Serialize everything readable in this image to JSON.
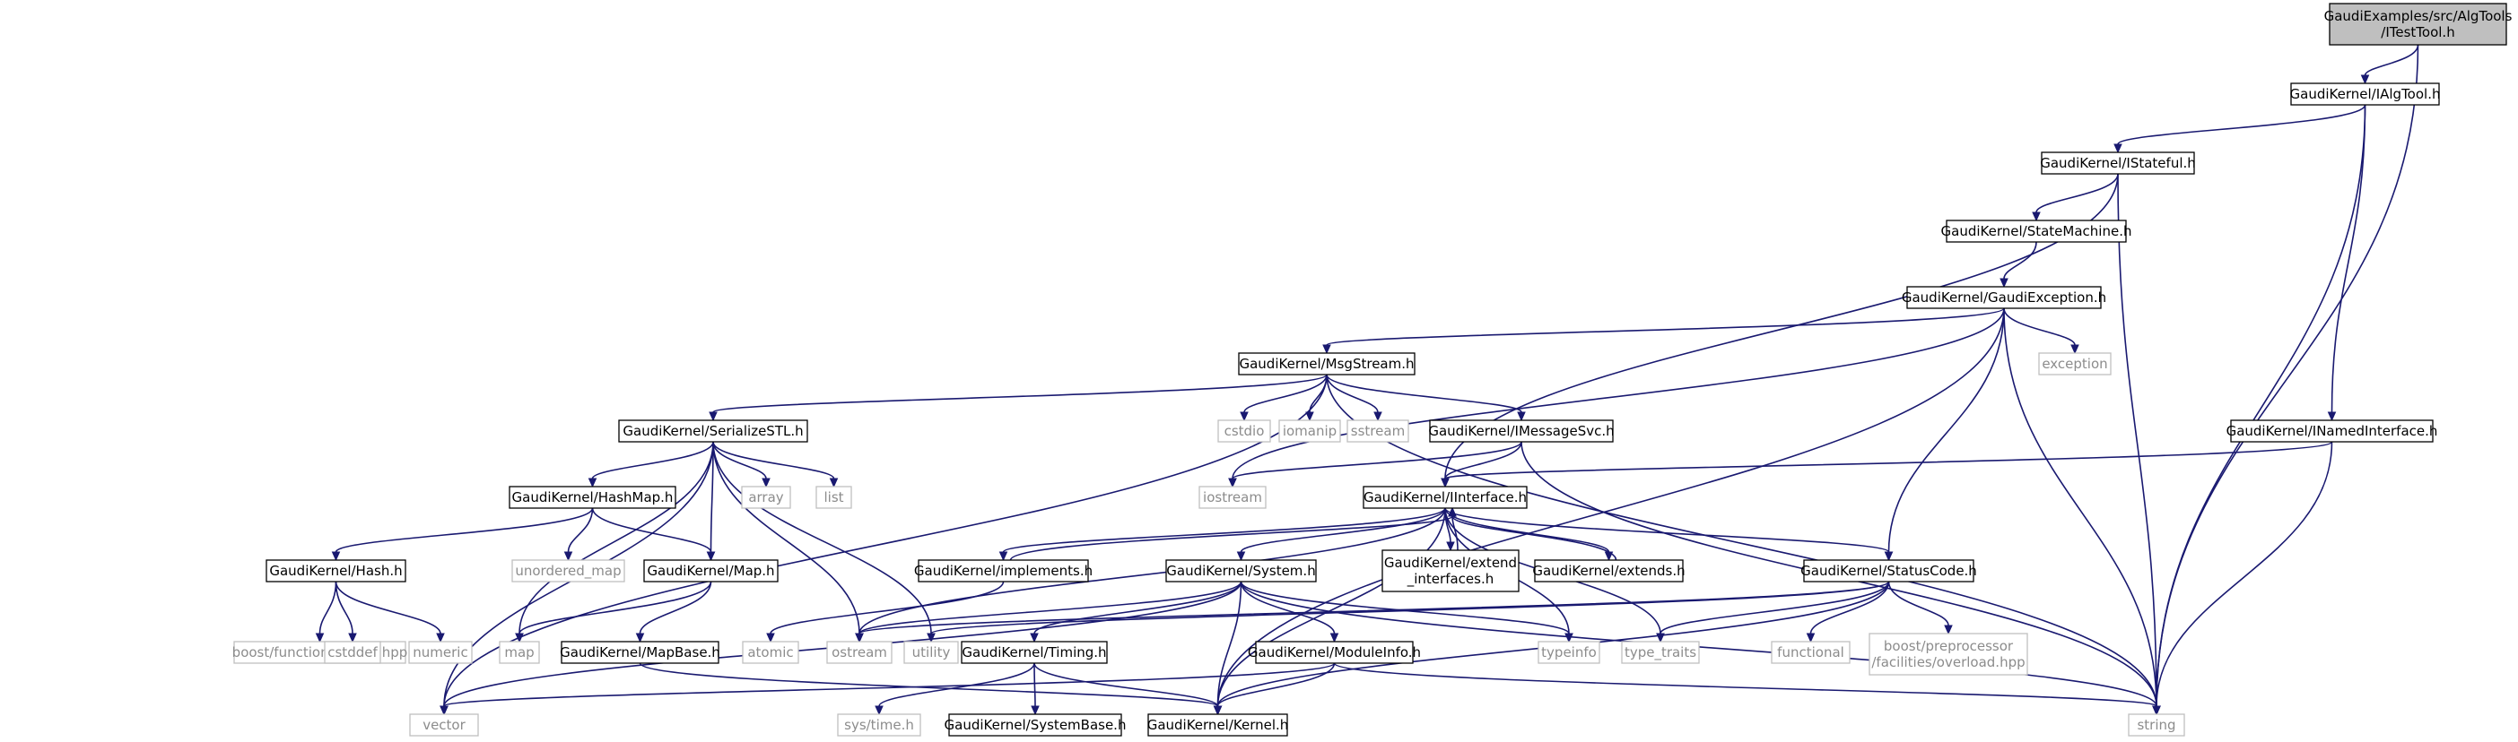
{
  "diagram": {
    "nodes": [
      {
        "id": "root",
        "label": [
          "GaudiExamples/src/AlgTools",
          "/ITestTool.h"
        ],
        "kind": "root"
      },
      {
        "id": "ialgtool",
        "label": [
          "GaudiKernel/IAlgTool.h"
        ],
        "kind": "file"
      },
      {
        "id": "istateful",
        "label": [
          "GaudiKernel/IStateful.h"
        ],
        "kind": "file"
      },
      {
        "id": "statemachine",
        "label": [
          "GaudiKernel/StateMachine.h"
        ],
        "kind": "file"
      },
      {
        "id": "gaudiexception",
        "label": [
          "GaudiKernel/GaudiException.h"
        ],
        "kind": "file"
      },
      {
        "id": "exception",
        "label": [
          "exception"
        ],
        "kind": "ext"
      },
      {
        "id": "inamedinterface",
        "label": [
          "GaudiKernel/INamedInterface.h"
        ],
        "kind": "file"
      },
      {
        "id": "msgstream",
        "label": [
          "GaudiKernel/MsgStream.h"
        ],
        "kind": "file"
      },
      {
        "id": "cstdio",
        "label": [
          "cstdio"
        ],
        "kind": "ext"
      },
      {
        "id": "iomanip",
        "label": [
          "iomanip"
        ],
        "kind": "ext"
      },
      {
        "id": "sstream",
        "label": [
          "sstream"
        ],
        "kind": "ext"
      },
      {
        "id": "serializestl",
        "label": [
          "GaudiKernel/SerializeSTL.h"
        ],
        "kind": "file"
      },
      {
        "id": "imessagesvc",
        "label": [
          "GaudiKernel/IMessageSvc.h"
        ],
        "kind": "file"
      },
      {
        "id": "array",
        "label": [
          "array"
        ],
        "kind": "ext"
      },
      {
        "id": "list",
        "label": [
          "list"
        ],
        "kind": "ext"
      },
      {
        "id": "iostream",
        "label": [
          "iostream"
        ],
        "kind": "ext"
      },
      {
        "id": "iinterface",
        "label": [
          "GaudiKernel/IInterface.h"
        ],
        "kind": "file"
      },
      {
        "id": "hashmap",
        "label": [
          "GaudiKernel/HashMap.h"
        ],
        "kind": "file"
      },
      {
        "id": "hash",
        "label": [
          "GaudiKernel/Hash.h"
        ],
        "kind": "file"
      },
      {
        "id": "unordered_map",
        "label": [
          "unordered_map"
        ],
        "kind": "ext"
      },
      {
        "id": "map_h",
        "label": [
          "GaudiKernel/Map.h"
        ],
        "kind": "file"
      },
      {
        "id": "implements",
        "label": [
          "GaudiKernel/implements.h"
        ],
        "kind": "file"
      },
      {
        "id": "system",
        "label": [
          "GaudiKernel/System.h"
        ],
        "kind": "file"
      },
      {
        "id": "extend_interfaces",
        "label": [
          "GaudiKernel/extend",
          "_interfaces.h"
        ],
        "kind": "file"
      },
      {
        "id": "extends",
        "label": [
          "GaudiKernel/extends.h"
        ],
        "kind": "file"
      },
      {
        "id": "statuscode",
        "label": [
          "GaudiKernel/StatusCode.h"
        ],
        "kind": "file"
      },
      {
        "id": "boosthash",
        "label": [
          "boost/functional/hash.hpp"
        ],
        "kind": "ext"
      },
      {
        "id": "cstddef",
        "label": [
          "cstddef"
        ],
        "kind": "ext"
      },
      {
        "id": "numeric",
        "label": [
          "numeric"
        ],
        "kind": "ext"
      },
      {
        "id": "map",
        "label": [
          "map"
        ],
        "kind": "ext"
      },
      {
        "id": "mapbase",
        "label": [
          "GaudiKernel/MapBase.h"
        ],
        "kind": "file"
      },
      {
        "id": "atomic",
        "label": [
          "atomic"
        ],
        "kind": "ext"
      },
      {
        "id": "ostream",
        "label": [
          "ostream"
        ],
        "kind": "ext"
      },
      {
        "id": "utility",
        "label": [
          "utility"
        ],
        "kind": "ext"
      },
      {
        "id": "timing",
        "label": [
          "GaudiKernel/Timing.h"
        ],
        "kind": "file"
      },
      {
        "id": "moduleinfo",
        "label": [
          "GaudiKernel/ModuleInfo.h"
        ],
        "kind": "file"
      },
      {
        "id": "typeinfo",
        "label": [
          "typeinfo"
        ],
        "kind": "ext"
      },
      {
        "id": "type_traits",
        "label": [
          "type_traits"
        ],
        "kind": "ext"
      },
      {
        "id": "functional",
        "label": [
          "functional"
        ],
        "kind": "ext"
      },
      {
        "id": "boostpp",
        "label": [
          "boost/preprocessor",
          "/facilities/overload.hpp"
        ],
        "kind": "ext"
      },
      {
        "id": "vector",
        "label": [
          "vector"
        ],
        "kind": "ext"
      },
      {
        "id": "systime",
        "label": [
          "sys/time.h"
        ],
        "kind": "ext"
      },
      {
        "id": "systembase",
        "label": [
          "GaudiKernel/SystemBase.h"
        ],
        "kind": "file"
      },
      {
        "id": "kernel",
        "label": [
          "GaudiKernel/Kernel.h"
        ],
        "kind": "file"
      },
      {
        "id": "string",
        "label": [
          "string"
        ],
        "kind": "ext"
      }
    ],
    "edges": [
      [
        "root",
        "ialgtool"
      ],
      [
        "root",
        "string"
      ],
      [
        "ialgtool",
        "istateful"
      ],
      [
        "ialgtool",
        "inamedinterface"
      ],
      [
        "ialgtool",
        "string"
      ],
      [
        "istateful",
        "statemachine"
      ],
      [
        "istateful",
        "iinterface"
      ],
      [
        "istateful",
        "string"
      ],
      [
        "statemachine",
        "gaudiexception"
      ],
      [
        "gaudiexception",
        "msgstream"
      ],
      [
        "gaudiexception",
        "statuscode"
      ],
      [
        "gaudiexception",
        "exception"
      ],
      [
        "gaudiexception",
        "string"
      ],
      [
        "gaudiexception",
        "iostream"
      ],
      [
        "gaudiexception",
        "kernel"
      ],
      [
        "inamedinterface",
        "iinterface"
      ],
      [
        "inamedinterface",
        "string"
      ],
      [
        "msgstream",
        "serializestl"
      ],
      [
        "msgstream",
        "imessagesvc"
      ],
      [
        "msgstream",
        "cstdio"
      ],
      [
        "msgstream",
        "iomanip"
      ],
      [
        "msgstream",
        "sstream"
      ],
      [
        "msgstream",
        "string"
      ],
      [
        "msgstream",
        "vector"
      ],
      [
        "serializestl",
        "hashmap"
      ],
      [
        "serializestl",
        "map_h"
      ],
      [
        "serializestl",
        "array"
      ],
      [
        "serializestl",
        "list"
      ],
      [
        "serializestl",
        "map"
      ],
      [
        "serializestl",
        "ostream"
      ],
      [
        "serializestl",
        "utility"
      ],
      [
        "serializestl",
        "vector"
      ],
      [
        "imessagesvc",
        "iinterface"
      ],
      [
        "imessagesvc",
        "iostream"
      ],
      [
        "imessagesvc",
        "string"
      ],
      [
        "hashmap",
        "hash"
      ],
      [
        "hashmap",
        "map_h"
      ],
      [
        "hashmap",
        "unordered_map"
      ],
      [
        "hash",
        "boosthash"
      ],
      [
        "hash",
        "cstddef"
      ],
      [
        "hash",
        "numeric"
      ],
      [
        "map_h",
        "map"
      ],
      [
        "map_h",
        "mapbase"
      ],
      [
        "mapbase",
        "kernel"
      ],
      [
        "iinterface",
        "implements"
      ],
      [
        "iinterface",
        "system"
      ],
      [
        "iinterface",
        "extend_interfaces"
      ],
      [
        "iinterface",
        "extends"
      ],
      [
        "iinterface",
        "statuscode"
      ],
      [
        "iinterface",
        "ostream"
      ],
      [
        "iinterface",
        "typeinfo"
      ],
      [
        "iinterface",
        "type_traits"
      ],
      [
        "iinterface",
        "kernel"
      ],
      [
        "implements",
        "iinterface"
      ],
      [
        "implements",
        "atomic"
      ],
      [
        "extend_interfaces",
        "iinterface"
      ],
      [
        "extends",
        "iinterface"
      ],
      [
        "system",
        "timing"
      ],
      [
        "system",
        "moduleinfo"
      ],
      [
        "system",
        "kernel"
      ],
      [
        "system",
        "ostream"
      ],
      [
        "system",
        "typeinfo"
      ],
      [
        "system",
        "string"
      ],
      [
        "system",
        "vector"
      ],
      [
        "timing",
        "systime"
      ],
      [
        "timing",
        "systembase"
      ],
      [
        "timing",
        "kernel"
      ],
      [
        "moduleinfo",
        "kernel"
      ],
      [
        "moduleinfo",
        "string"
      ],
      [
        "moduleinfo",
        "vector"
      ],
      [
        "statuscode",
        "ostream"
      ],
      [
        "statuscode",
        "utility"
      ],
      [
        "statuscode",
        "type_traits"
      ],
      [
        "statuscode",
        "functional"
      ],
      [
        "statuscode",
        "boostpp"
      ],
      [
        "statuscode",
        "kernel"
      ]
    ]
  }
}
